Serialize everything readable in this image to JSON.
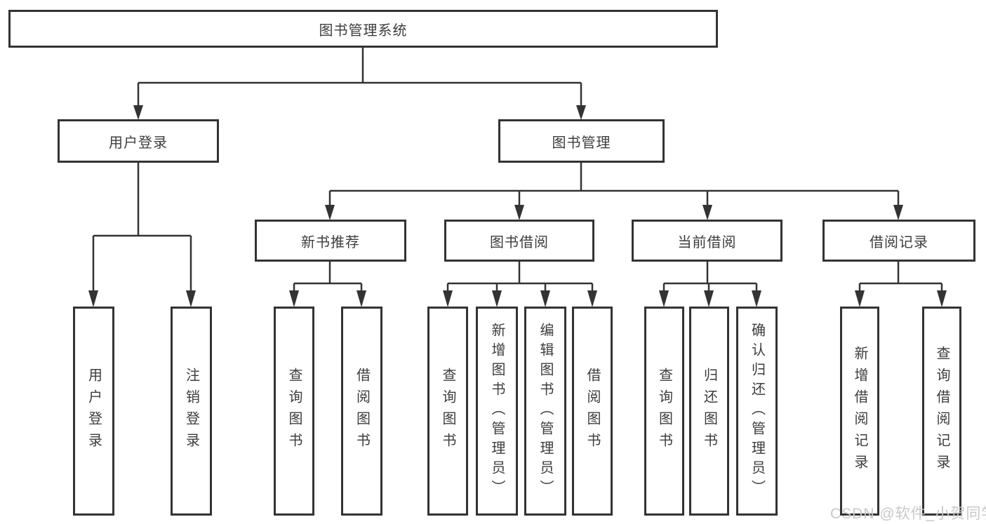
{
  "nodes": {
    "root": "图书管理系统",
    "user_login": "用户登录",
    "book_mgmt": "图书管理",
    "new_book_rec": "新书推荐",
    "book_borrow": "图书借阅",
    "current_borrow": "当前借阅",
    "borrow_record": "借阅记录",
    "leaf_user_login": "用户登录",
    "leaf_logout": "注销登录",
    "leaf_query_book_rec": "查询图书",
    "leaf_borrow_book_rec": "借阅图书",
    "leaf_query_book_borrow": "查询图书",
    "leaf_add_book": "新增图书（管理员）",
    "leaf_edit_book": "编辑图书（管理员）",
    "leaf_borrow_book_borrow": "借阅图书",
    "leaf_query_book_current": "查询图书",
    "leaf_return_book": "归还图书",
    "leaf_confirm_return": "确认归还（管理员）",
    "leaf_add_borrow_record": "新增借阅记录",
    "leaf_query_borrow_record": "查询借阅记录"
  },
  "hierarchy": {
    "图书管理系统": {
      "用户登录": [
        "用户登录",
        "注销登录"
      ],
      "图书管理": {
        "新书推荐": [
          "查询图书",
          "借阅图书"
        ],
        "图书借阅": [
          "查询图书",
          "新增图书（管理员）",
          "编辑图书（管理员）",
          "借阅图书"
        ],
        "当前借阅": [
          "查询图书",
          "归还图书",
          "确认归还（管理员）"
        ],
        "借阅记录": [
          "新增借阅记录",
          "查询借阅记录"
        ]
      }
    }
  },
  "watermark": "CSDN @软件_小贺同学",
  "colors": {
    "line": "#333333",
    "text": "#3d3d3d",
    "background": "#ffffff",
    "watermark": "#c8c8c8"
  }
}
